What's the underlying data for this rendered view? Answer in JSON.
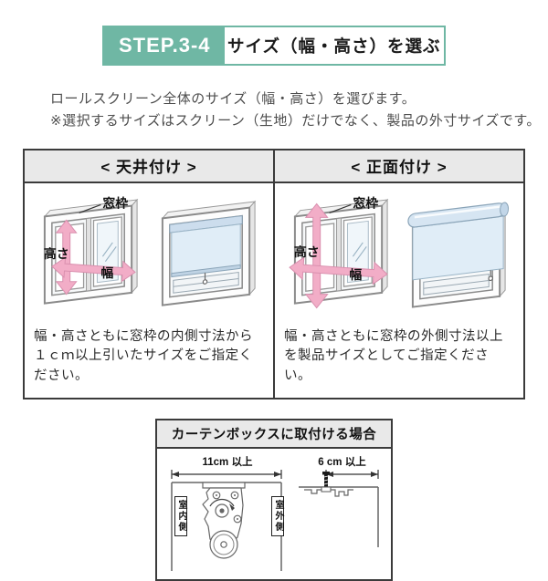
{
  "page": {
    "step_label": "STEP.3-4",
    "step_title": "サイズ（幅・高さ）を選ぶ",
    "intro_line1": "ロールスクリーン全体のサイズ（幅・高さ）を選びます。",
    "intro_line2": "※選択するサイズはスクリーン（生地）だけでなく、製品の外寸サイズです。"
  },
  "colors": {
    "accent_teal": "#6fb7a4",
    "header_gray": "#e9e9e9",
    "arrow_pink": "#f2adc7",
    "screen_blue": "#e0edf7",
    "border_dark": "#3b3b3b"
  },
  "panels": [
    {
      "title": "< 天井付け >",
      "description": "幅・高さともに窓枠の内側寸法から１ｃｍ以上引いたサイズをご指定ください。",
      "labels": {
        "frame": "窓枠",
        "height": "高さ",
        "width": "幅"
      }
    },
    {
      "title": "< 正面付け >",
      "description": "幅・高さともに窓枠の外側寸法以上を製品サイズとしてご指定ください。",
      "labels": {
        "frame": "窓枠",
        "height": "高さ",
        "width": "幅"
      }
    }
  ],
  "curtain_box": {
    "title": "カーテンボックスに取付ける場合",
    "left_dimension": "11cm 以上",
    "right_dimension": "6 cm 以上",
    "indoor_label": "室内側",
    "outdoor_label": "室外側"
  }
}
